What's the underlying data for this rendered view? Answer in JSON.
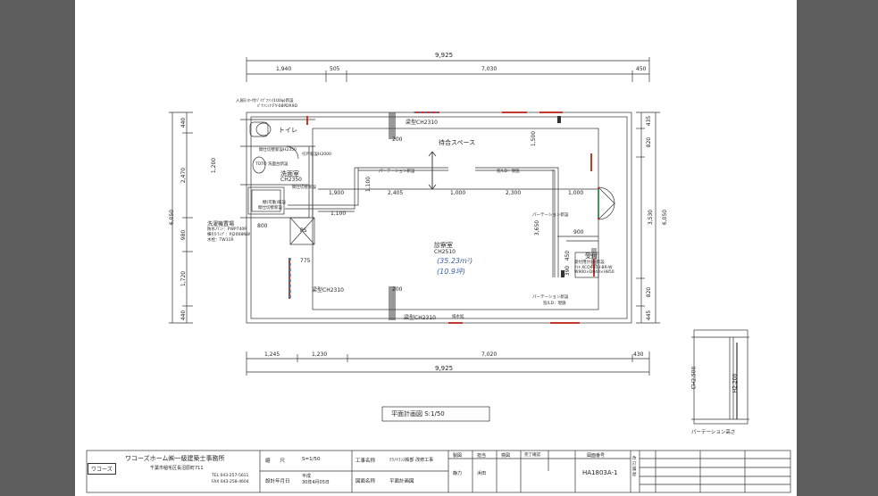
{
  "drawing": {
    "dims_top": {
      "total": "9,925",
      "d1": "1,940",
      "d2": "505",
      "d3": "7,030",
      "d4": "450"
    },
    "dims_bottom": {
      "total": "9,925",
      "d1": "1,245",
      "d2": "1,230",
      "d3": "7,020",
      "d4": "430"
    },
    "dims_left": {
      "total": "6,050",
      "d1": "440",
      "d2": "2,470",
      "d3": "980",
      "d4": "1,720",
      "d5": "440",
      "i1": "1,200"
    },
    "dims_right": {
      "total": "6,050",
      "d1": "435",
      "d2": "820",
      "d3": "3,530",
      "d4": "820",
      "d5": "445",
      "i1": "1,500"
    },
    "inner_dims": {
      "a": "1,900",
      "b": "2,405",
      "c": "1,000",
      "d": "2,300",
      "e": "1,000",
      "f": "1,100",
      "g": "1,100",
      "h": "3,650",
      "i": "900",
      "j": "390",
      "k": "450",
      "l": "775",
      "m": "800",
      "n": "200",
      "o": "200"
    },
    "labels": {
      "waiting": "待合スペース",
      "beam_top": "梁型CH2310",
      "beam_left": "梁型CH2310",
      "beam_bottom": "梁型CH2310",
      "exam_room": "診察室",
      "exam_ch": "CH2510",
      "exam_area1": "(35.23m²)",
      "exam_area2": "(10.9坪)",
      "toilet": "トイレ",
      "washroom": "洗面室",
      "washroom_ch": "CH2350",
      "washer": "洗濯機置場",
      "ps": "PS",
      "reception": "受付",
      "partition1": "パーテーション新設",
      "partition2": "パーテーション新設",
      "partition3": "パーテーション新設",
      "window_note1": "窓/LD：現施",
      "window_note2": "窓/LD：現施",
      "fan_note1": "入居ﾓﾝﾀｰ付ﾊﾟｲﾌﾟﾌｧﾝ(100φ)新設",
      "fan_note2": "ﾊﾟﾅｿﾆｯｸ FY-08PDR9D",
      "tank_note": "TOTO 洗面台新設",
      "door_note": "引戸新設H2000",
      "wall_note1": "間仕切壁新設H2350",
      "wall_note2": "間仕切壁新設",
      "wall_note3": "間仕切壁新設",
      "shelf_note": "棚(可動)新設",
      "washer_spec1": "防水パン：PWP740R",
      "washer_spec2": "横引ﾄﾗｯﾌﾟ：PJ2008NW",
      "washer_spec3": "水栓：TW11R",
      "recep_spec1": "受付用ｶｳﾝﾀｰ新設",
      "recep_spec2": "ﾅｲｷ XCO9003-BR-W",
      "recep_spec3": "W900×D840×H850",
      "sign": "排水処",
      "drawing_title": "平面計画図  S:1/50"
    },
    "partition_elevation": {
      "title": "パーテーション高さ",
      "dim1": "CH2,500",
      "dim2": "H2,200"
    }
  },
  "title_block": {
    "company": "ワコーズホーム㈱一級建築士事務所",
    "address": "千葉市稲毛区長沼原町711",
    "tel": "TEL 043-257-5611",
    "fax": "FAX 043-258-4604",
    "logo": "ワコーズ",
    "scale_label": "縮　　尺",
    "scale_value": "S=1/50",
    "date_label": "設計年月日",
    "date_value1": "平成",
    "date_value2": "30年4月05日",
    "project_label": "工事名称",
    "project_value": "ﾃﾗﾉﾄﾗﾝｽ株部 改修工事",
    "drawing_label": "図面名称",
    "drawing_value": "平面計画図",
    "h_design": "製図",
    "h_charge": "担当",
    "h_check": "検図",
    "h_done": "完了確認",
    "h_number": "図面番号",
    "r_design": "静力",
    "r_charge": "浜田",
    "number_value": "HA1803A-1",
    "revision": "改訂履歴"
  }
}
